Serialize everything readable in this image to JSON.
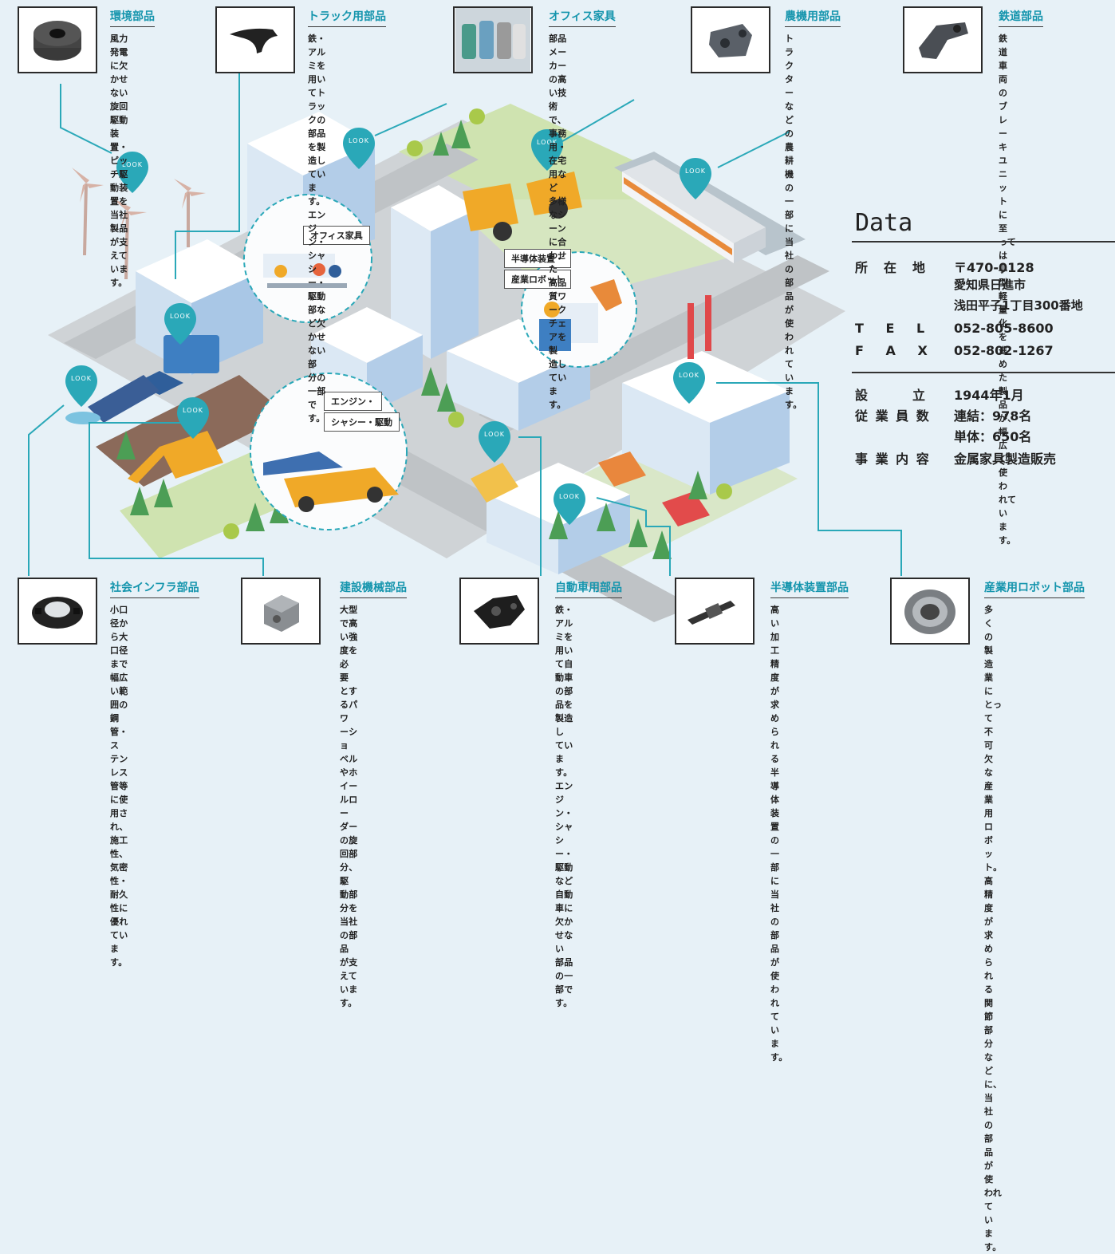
{
  "colors": {
    "accent": "#1595ad",
    "pin": "#2aa8b8",
    "background": "#e7f1f7",
    "road": "#c9cbcd",
    "ground": "#d9e8c4"
  },
  "cards": [
    {
      "id": "env",
      "icon": "rotary-part-icon",
      "title": "環境部品",
      "desc": [
        "風力発電に欠かせ",
        "ない旋回駆動装",
        "置・ピッチ駆動装",
        "置を当社製品が支",
        "えています。"
      ]
    },
    {
      "id": "truck",
      "icon": "suspension-arm-icon",
      "title": "トラック用部品",
      "desc": [
        "鉄・アルミを用いてトラッ",
        "クの部品を製造していま",
        "す。エンジン・シャシー・",
        "駆動部など欠かせない部",
        "分の一部です。"
      ]
    },
    {
      "id": "office",
      "icon": "office-chairs-icon",
      "title": "オフィス家具",
      "desc": [
        "部品メーカーの高い技術",
        "で、事務用・在宅用など",
        "多様なシーンに合わせた",
        "高品質ワークチェアを製",
        "造しています。"
      ]
    },
    {
      "id": "agri",
      "icon": "agri-part-icon",
      "title": "農機用部品",
      "desc": [
        "トラクターなどの",
        "農耕機の一部に当",
        "社の部品が使われ",
        "ています。"
      ]
    },
    {
      "id": "rail",
      "icon": "rail-part-icon",
      "title": "鉄道部品",
      "desc": [
        "鉄道車両のブレーキ",
        "ユニットに至っては",
        "小型軽量化を進めた",
        "製品が、幅広く使わ",
        "れています。"
      ]
    },
    {
      "id": "infra",
      "icon": "pipe-fitting-icon",
      "title": "社会インフラ部品",
      "desc": [
        "小口径から大口径まで",
        "幅広い範囲の鋼管・ス",
        "テンレス管等に使用さ",
        "れ、施工性、気密性・",
        "耐久性に優れています。"
      ]
    },
    {
      "id": "construction",
      "icon": "gear-housing-icon",
      "title": "建設機械部品",
      "desc": [
        "大型で高い強度を必",
        "要とするパワーショ",
        "ベルやホイールロー",
        "ダーの旋回部分、駆",
        "動部分を当社の部品",
        "が支えています。"
      ]
    },
    {
      "id": "auto",
      "icon": "auto-bracket-icon",
      "title": "自動車用部品",
      "desc": [
        "鉄・アルミを用いて自",
        "動車の部品を製造し",
        "ています。エンジン・",
        "シャシー・駆動など",
        "自動車に欠かせない",
        "部品の一部です。"
      ]
    },
    {
      "id": "semi",
      "icon": "shaft-part-icon",
      "title": "半導体装置部品",
      "desc": [
        "高い加工精度が求め",
        "られる半導体装置の",
        "一部に当社の部品が",
        "使われています。"
      ]
    },
    {
      "id": "robot",
      "icon": "bearing-icon",
      "title": "産業用ロボット部品",
      "desc": [
        "多くの製造業にとって不可",
        "欠な産業用ロボット。高精",
        "度が求められる関節部分",
        "などに、当社の部品が使",
        "われています。"
      ]
    }
  ],
  "pin_label": "LOOK",
  "circles": [
    {
      "id": "office",
      "labels": [
        "オフィス家具"
      ]
    },
    {
      "id": "semi",
      "labels": [
        "半導体装置・",
        "産業ロボット"
      ]
    },
    {
      "id": "engine",
      "labels": [
        "エンジン・",
        "シャシー・駆動"
      ]
    }
  ],
  "company": {
    "heading": "Data",
    "rows": [
      {
        "label": "所　在　地",
        "lines": [
          "〒470-0128",
          "愛知県日進市",
          "浅田平子1丁目300番地"
        ]
      },
      {
        "label": "T　 E　 L",
        "lines": [
          "052-805-8600"
        ]
      },
      {
        "label": "F　 A　 X",
        "lines": [
          "052-802-1267"
        ]
      },
      {
        "label": "設　　　立",
        "lines": [
          "1944年1月"
        ]
      },
      {
        "label": "従 業 員 数",
        "lines": [
          "連結：978名",
          "単体：650名"
        ]
      },
      {
        "label": "事 業 内 容",
        "lines": [
          "金属家具製造販売"
        ]
      }
    ]
  }
}
